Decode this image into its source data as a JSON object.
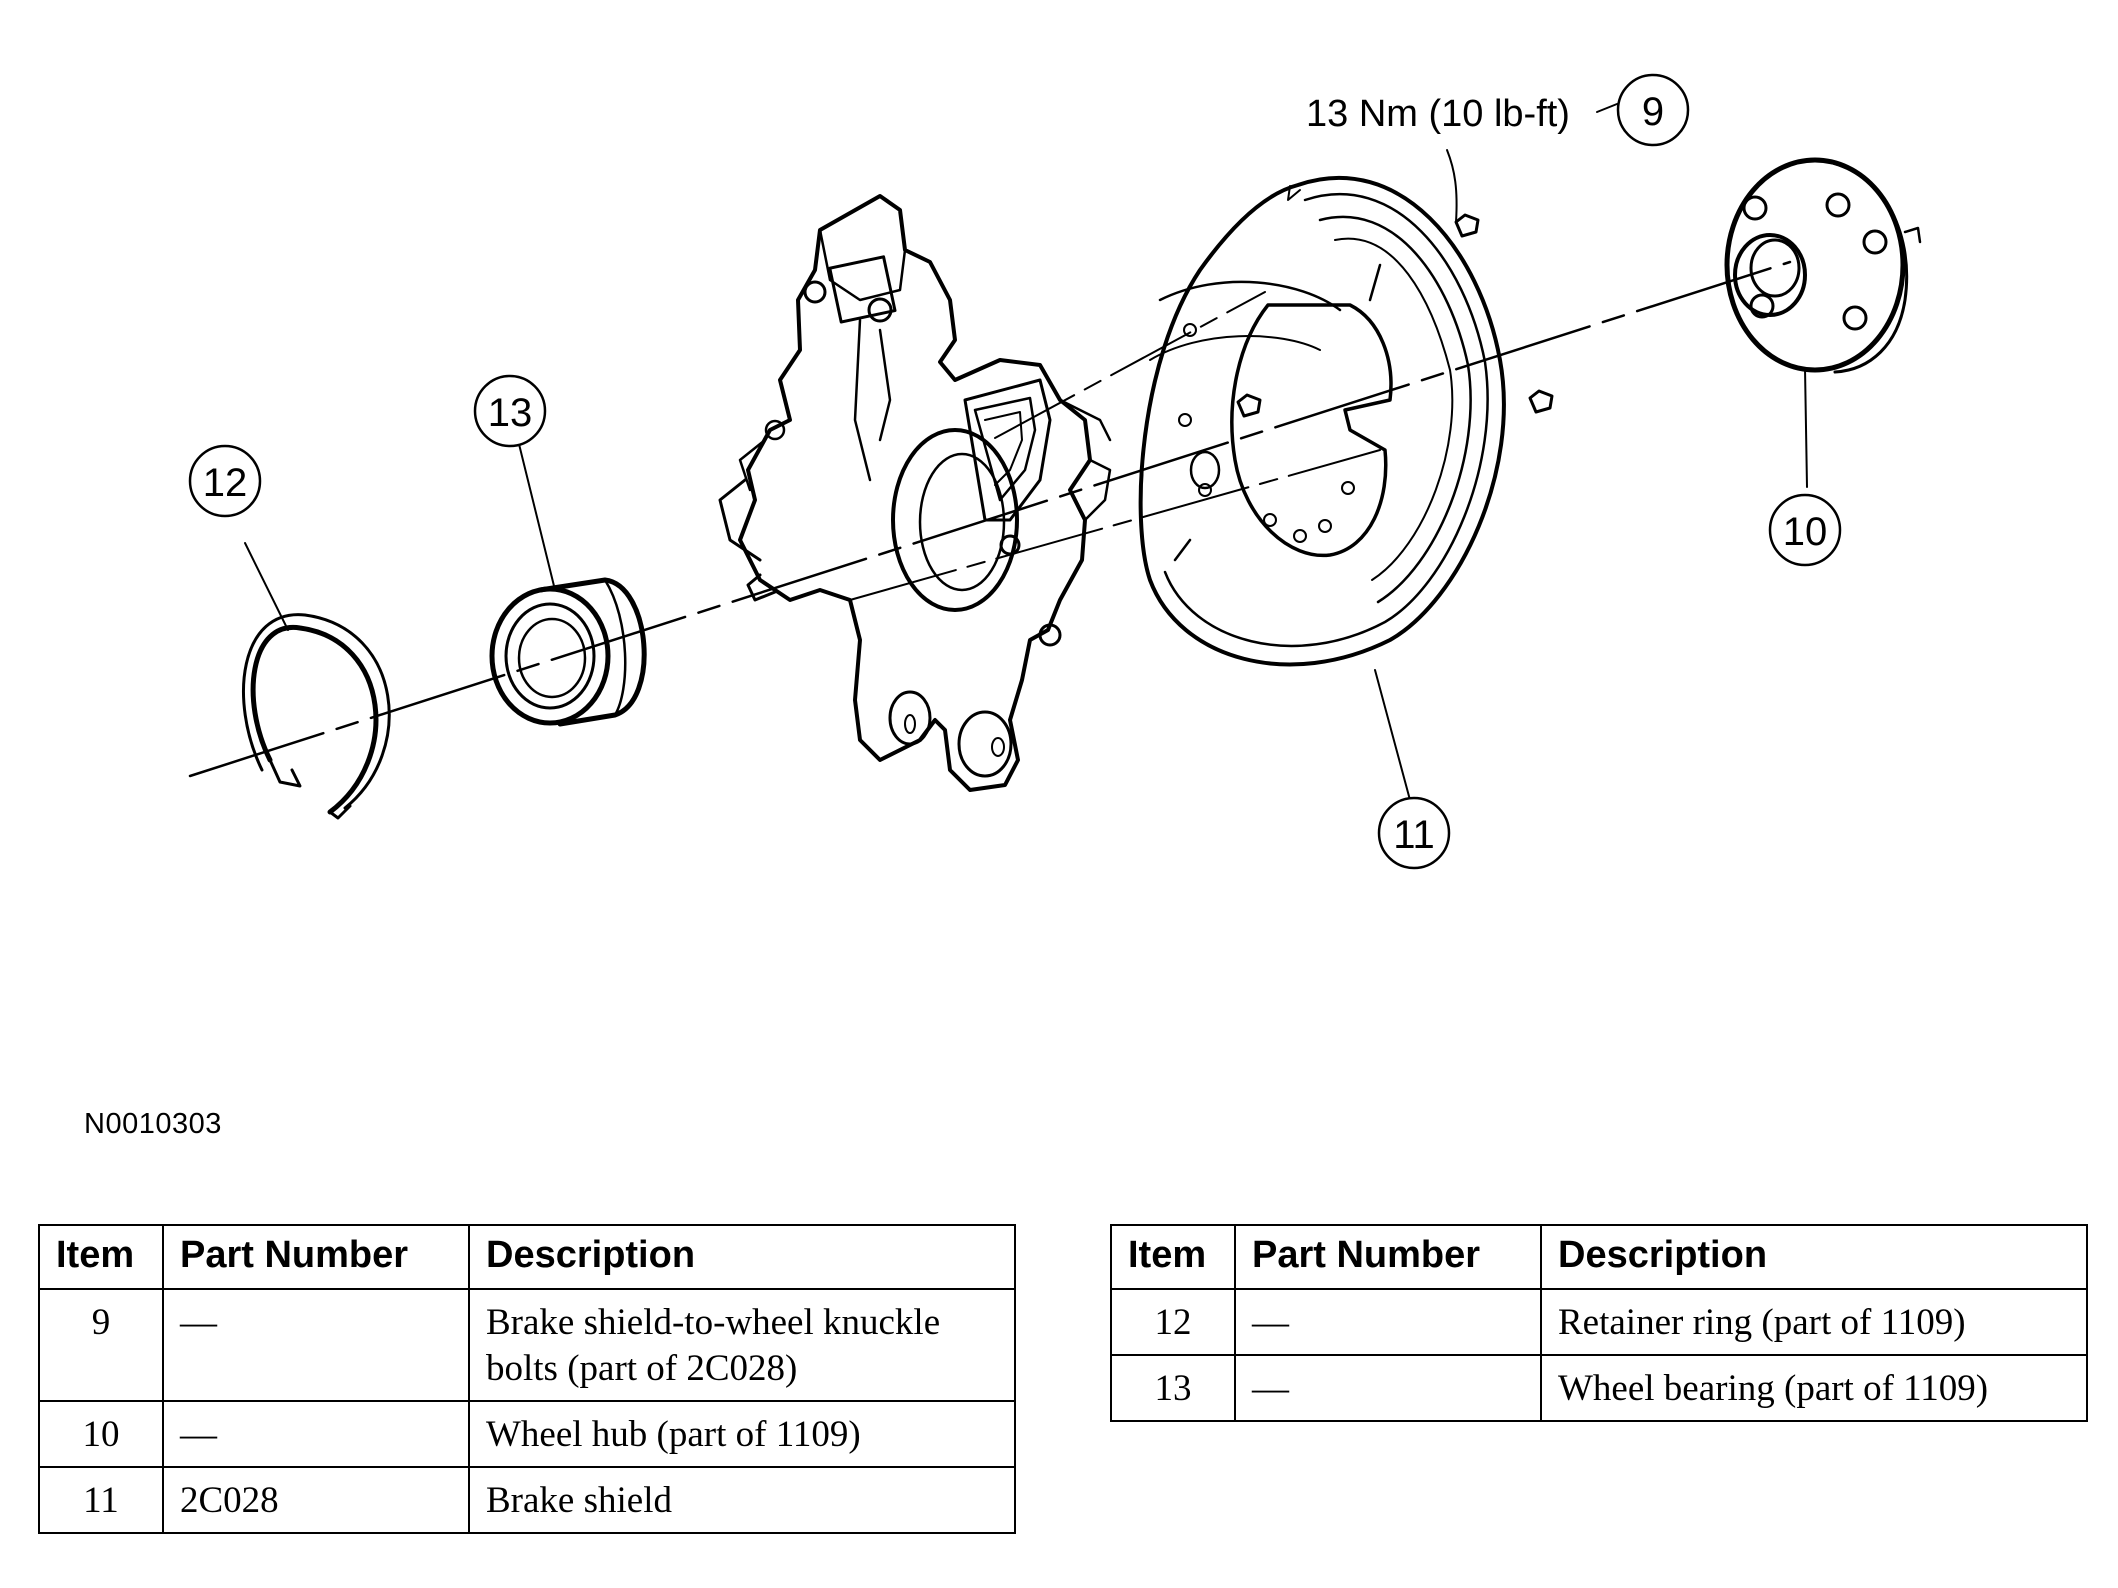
{
  "figure_id": "N0010303",
  "torque_label": "13 Nm (10 lb-ft)",
  "callouts": {
    "c9": "9",
    "c10": "10",
    "c11": "11",
    "c12": "12",
    "c13": "13"
  },
  "tables": [
    {
      "headers": [
        "Item",
        "Part Number",
        "Description"
      ],
      "rows": [
        [
          "9",
          "—",
          "Brake shield-to-wheel knuckle bolts (part of 2C028)"
        ],
        [
          "10",
          "—",
          "Wheel hub (part of 1109)"
        ],
        [
          "11",
          "2C028",
          "Brake shield"
        ]
      ]
    },
    {
      "headers": [
        "Item",
        "Part Number",
        "Description"
      ],
      "rows": [
        [
          "12",
          "—",
          "Retainer ring (part of 1109)"
        ],
        [
          "13",
          "—",
          "Wheel bearing (part of 1109)"
        ]
      ]
    }
  ]
}
